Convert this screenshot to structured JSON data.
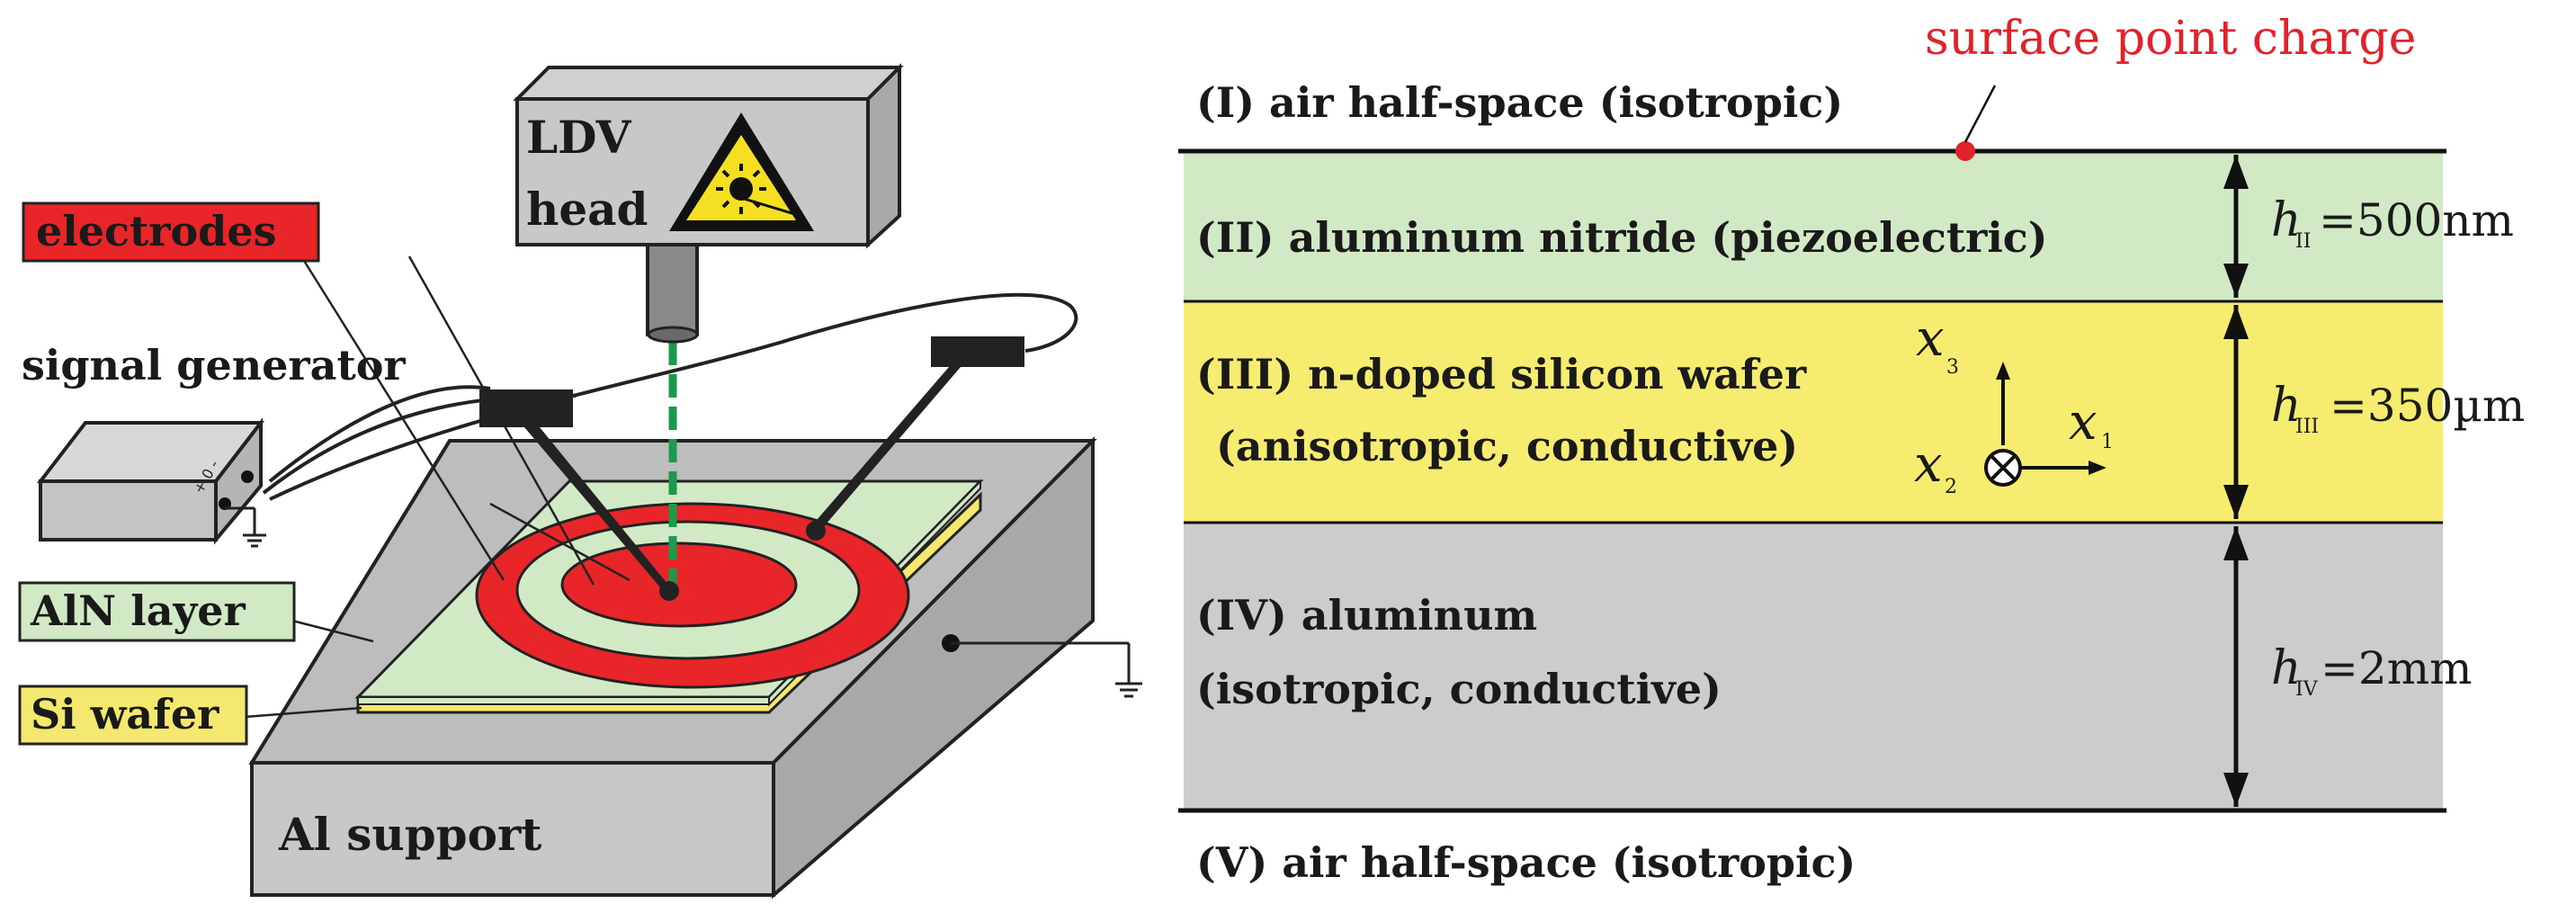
{
  "left_setup": {
    "labels": {
      "electrodes": "electrodes",
      "ldv_line1": "LDV",
      "ldv_line2": "head",
      "signal_generator": "signal generator",
      "aln_layer": "AlN layer",
      "si_wafer": "Si wafer",
      "al_support": "Al support"
    },
    "colors": {
      "electrode_red": "#e8262a",
      "aln_green": "#d2e9c6",
      "si_yellow": "#f4e96e",
      "support_gray": "#c0c0c0",
      "laser_green": "#1a9a4a",
      "warning_yellow": "#f4e020"
    }
  },
  "right_layers": {
    "surface_point_charge": "surface point charge",
    "layer_I": "(I) air half-space (isotropic)",
    "layer_II": "(II) aluminum nitride (piezoelectric)",
    "layer_III_line1": "(III) n-doped silicon wafer",
    "layer_III_line2": "(anisotropic, conductive)",
    "layer_IV_line1": "(IV) aluminum",
    "layer_IV_line2": "(isotropic, conductive)",
    "layer_V": "(V) air half-space (isotropic)",
    "thickness": {
      "h2_symbol": "h",
      "h2_sub": "II",
      "h2_value": "=500nm",
      "h3_symbol": "h",
      "h3_sub": "III",
      "h3_value": "=350µm",
      "h4_symbol": "h",
      "h4_sub": "IV",
      "h4_value": "=2mm"
    },
    "axes": {
      "x3": "x",
      "x3_sub": "3",
      "x1": "x",
      "x1_sub": "1",
      "x2": "x",
      "x2_sub": "2"
    },
    "colors": {
      "aln_green": "#d2e9c6",
      "si_yellow": "#f6ec70",
      "al_gray": "#cccccc",
      "charge_red": "#e2222b"
    }
  }
}
